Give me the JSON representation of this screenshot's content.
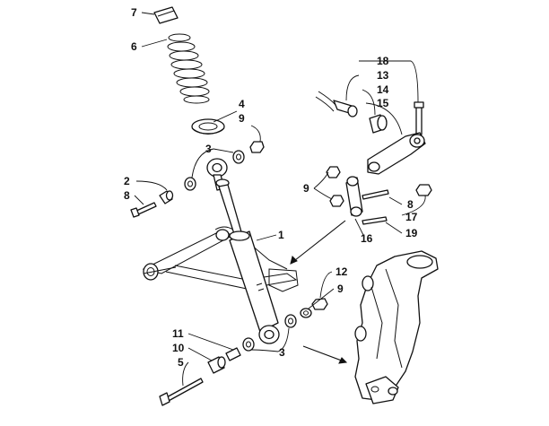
{
  "labels": {
    "l1": "1",
    "l2": "2",
    "l3a": "3",
    "l3b": "3",
    "l4": "4",
    "l5": "5",
    "l6": "6",
    "l7": "7",
    "l8a": "8",
    "l8b": "8",
    "l9a": "9",
    "l9b": "9",
    "l9c": "9",
    "l10": "10",
    "l11": "11",
    "l12": "12",
    "l13": "13",
    "l14": "14",
    "l15": "15",
    "l16": "16",
    "l17": "17",
    "l18": "18",
    "l19": "19"
  }
}
